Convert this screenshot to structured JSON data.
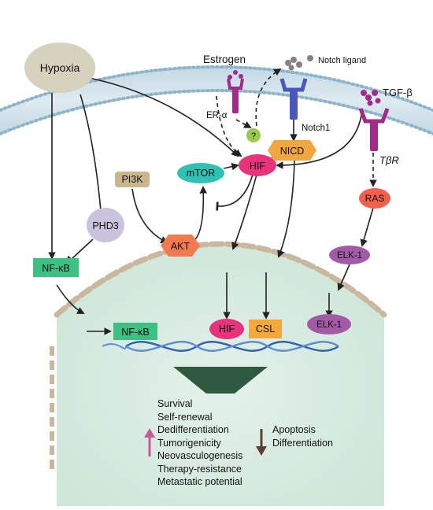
{
  "nodes": {
    "hypoxia": "Hypoxia",
    "estrogen": "Estrogen",
    "notch_ligand": "Notch ligand",
    "tgf_beta": "TGF-β",
    "er_alpha": "ER-α",
    "question": "?",
    "notch1": "Notch1",
    "t_beta_r": "TβR",
    "pi3k": "PI3K",
    "mtor": "mTOR",
    "hif_cyto": "HIF",
    "nicd": "NICD",
    "ras": "RAS",
    "phd3": "PHD3",
    "akt": "AKT",
    "nfkb_cyto": "NF-κB",
    "elk1_cyto": "ELK-1",
    "nfkb_nuc": "NF-κB",
    "hif_nuc": "HIF",
    "csl": "CSL",
    "elk1_nuc": "ELK-1"
  },
  "outcomes_up": [
    "Survival",
    "Self-renewal",
    "Dedifferentiation",
    "Tumorigenicity",
    "Neovasculogenesis",
    "Therapy-resistance",
    "Metastatic potential"
  ],
  "outcomes_down": [
    "Apoptosis",
    "Differentiation"
  ],
  "colors": {
    "nucleus_fill": "#d8ebe2",
    "membrane": "#8fb3c9",
    "hypoxia": "#d6d2bd",
    "hif": "#e8327c",
    "mtor": "#2fc1b2",
    "pi3k": "#c8b68e",
    "nicd": "#f2a640",
    "ras": "#f0604d",
    "phd3": "#c9c3de",
    "akt": "#f3794e",
    "nfkb": "#3dc081",
    "elk1": "#a35aa6",
    "csl": "#f7a83b",
    "receptor_purple": "#a12b8a",
    "receptor_blue": "#4b57b8",
    "question": "#9ccb4b",
    "up_arrow": "#c85a96",
    "down_arrow": "#5d4034",
    "funnel": "#2f5a3f"
  }
}
